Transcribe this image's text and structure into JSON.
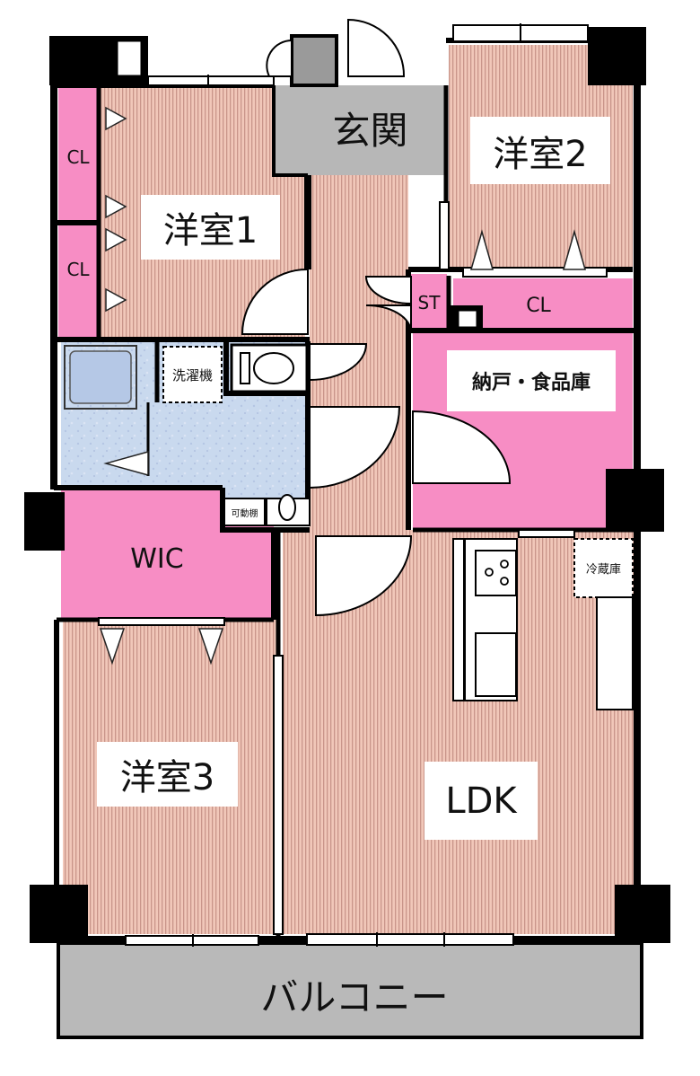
{
  "rooms": {
    "yoshitsu1": "洋室1",
    "yoshitsu2": "洋室2",
    "yoshitsu3": "洋室3",
    "genkan": "玄関",
    "ldk": "LDK",
    "balcony": "バルコニー",
    "nando": "納戸・食品庫",
    "wic": "WIC",
    "cl_top": "CL",
    "cl_mid": "CL",
    "cl_right": "CL",
    "st": "ST",
    "washer": "洗濯機",
    "shelf": "可動棚",
    "fridge": "冷蔵庫"
  },
  "colors": {
    "floor": "#f1c7b9",
    "storage": "#f78dc4",
    "wet": "#c5d6ea",
    "entry": "#b7b7b7",
    "balcony": "#b2b2b2",
    "wall": "#000000"
  }
}
